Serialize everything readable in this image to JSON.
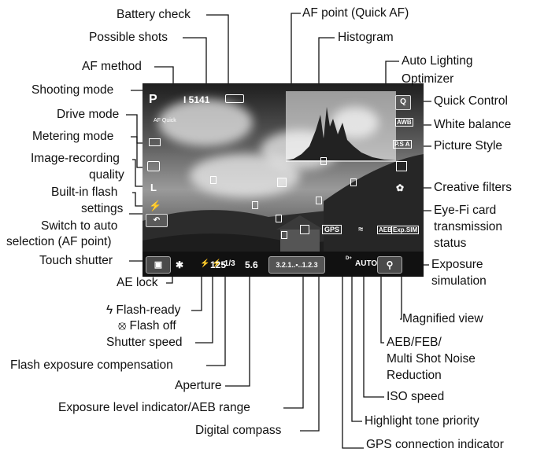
{
  "labels": {
    "battery_check": "Battery check",
    "af_point": "AF point (Quick AF)",
    "possible_shots": "Possible shots",
    "histogram": "Histogram",
    "af_method": "AF method",
    "auto_lighting_1": "Auto Lighting",
    "auto_lighting_2": "Optimizer",
    "shooting_mode": "Shooting mode",
    "quick_control": "Quick Control",
    "drive_mode": "Drive mode",
    "white_balance": "White balance",
    "metering_mode": "Metering mode",
    "picture_style": "Picture Style",
    "image_recording_1": "Image-recording",
    "image_recording_2": "quality",
    "builtin_flash_1": "Built-in flash",
    "builtin_flash_2": "settings",
    "creative_filters": "Creative filters",
    "eyefi_1": "Eye-Fi card",
    "eyefi_2": "transmission",
    "eyefi_3": "status",
    "switch_auto_1": "Switch to auto",
    "switch_auto_2": "selection (AF point)",
    "touch_shutter": "Touch shutter",
    "exposure_sim_1": "Exposure",
    "exposure_sim_2": "simulation",
    "ae_lock": "AE lock",
    "flash_ready": "ϟ Flash-ready",
    "flash_off": "⦻ Flash off",
    "magnified_view": "Magnified view",
    "shutter_speed": "Shutter speed",
    "aeb_1": "AEB/FEB/",
    "aeb_2": "Multi Shot Noise",
    "aeb_3": "Reduction",
    "flash_exp_comp": "Flash exposure compensation",
    "aperture": "Aperture",
    "iso_speed": "ISO speed",
    "exp_level": "Exposure level indicator/AEB range",
    "highlight_tone": "Highlight tone priority",
    "digital_compass": "Digital compass",
    "gps_indicator": "GPS connection indicator"
  },
  "screen": {
    "mode": "P",
    "shots": "5141",
    "af_method": "AF Quick",
    "shutter": "125",
    "aperture": "5.6",
    "exp_scale": "3.2.1..▪..1.2.3",
    "flash_comp": "-1/3",
    "gps": "GPS",
    "iso": "AUTO",
    "aeb": "AEB",
    "exp_sim": "Exp.SIM",
    "quick": "Q",
    "awb": "AWB",
    "picture_style": "P.S A",
    "quality": "L"
  }
}
